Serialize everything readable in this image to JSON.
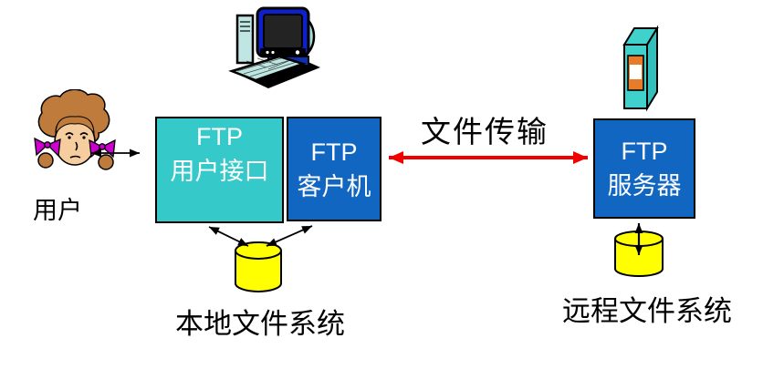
{
  "labels": {
    "user": "用户",
    "file_transfer": "文件传输",
    "local_fs": "本地文件系统",
    "remote_fs": "远程文件系统"
  },
  "boxes": {
    "user_interface": {
      "line1": "FTP",
      "line2": "用户接口"
    },
    "client": {
      "line1": "FTP",
      "line2": "客户机"
    },
    "server": {
      "line1": "FTP",
      "line2": "服务器"
    }
  },
  "icons": {
    "user": "woman-face-clipart",
    "local_host": "desktop-computer-clipart",
    "remote_host": "server-tower-clipart",
    "local_storage": "yellow-disk-cylinder",
    "remote_storage": "yellow-disk-cylinder"
  },
  "colors": {
    "background": "#FFFFFF",
    "ui_box_fill": "#35C9C9",
    "client_box_fill": "#1166C2",
    "server_box_fill": "#1166C2",
    "box_text": "#FFFFFF",
    "label_text": "#000000",
    "arrow_black": "#000000",
    "arrow_red": "#F20000",
    "cylinder_fill": "#FFFF00",
    "tower_cyan": "#41D1CD",
    "tower_orange": "#E87B2A",
    "bow_magenta": "#CC00CC",
    "hair_brown": "#BE7B3B",
    "skin_tan": "#F6CD9E"
  }
}
